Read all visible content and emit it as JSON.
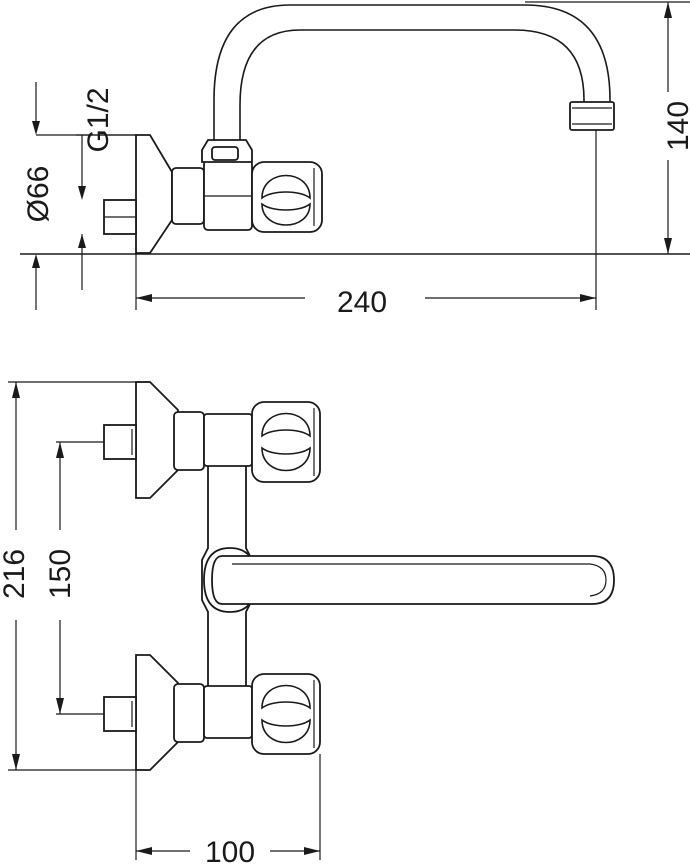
{
  "side_view": {
    "dimensions": {
      "pipe_thread": "G1/2",
      "flange_diameter": "Ø66",
      "spout_reach": "240",
      "height": "140"
    }
  },
  "front_view": {
    "dimensions": {
      "overall_height": "216",
      "center_distance": "150",
      "depth": "100"
    }
  }
}
